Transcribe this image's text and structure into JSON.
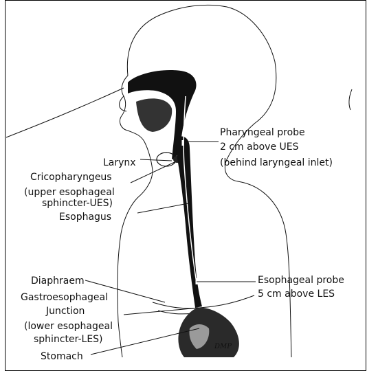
{
  "labels": {
    "pharyngeal_probe": [
      "Pharyngeal probe",
      "2 cm above UES",
      "(behind laryngeal inlet)"
    ],
    "larynx": "Larynx",
    "cricopharyngeus": [
      "Cricopharyngeus",
      "(upper esophageal",
      "sphincter-UES)"
    ],
    "esophagus": "Esophagus",
    "esophageal_probe": [
      "Esophageal probe",
      "5 cm above LES"
    ],
    "diaphragm": "Diaphraem",
    "ge_junction": [
      "Gastroesophageal",
      "Junction",
      "(lower esophageal",
      "sphincter-LES)"
    ],
    "stomach": "Stomach",
    "signature": "DMP"
  }
}
